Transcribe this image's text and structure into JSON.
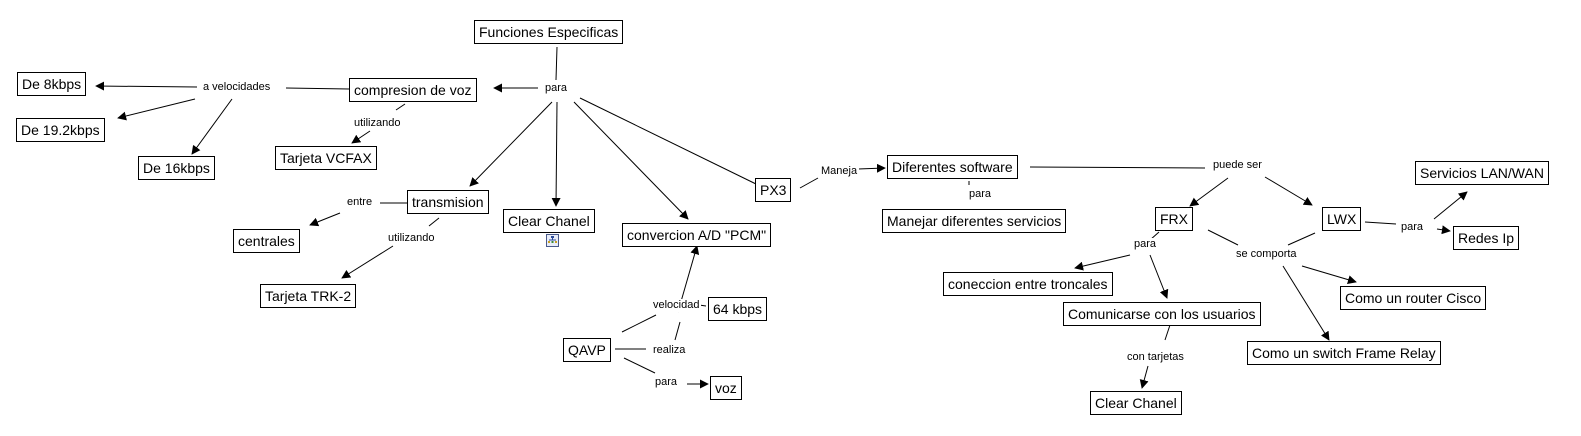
{
  "concepts": {
    "funciones": "Funciones Especificas",
    "compresion": "compresion de voz",
    "de8": "De 8kbps",
    "de192": "De 19.2kbps",
    "de16": "De 16kbps",
    "vcfax": "Tarjeta VCFAX",
    "transmision": "transmision",
    "centrales": "centrales",
    "trk2": "Tarjeta TRK-2",
    "clear1": "Clear Chanel",
    "convercion": "convercion A/D \"PCM\"",
    "px3": "PX3",
    "kbps64": "64 kbps",
    "qavp": "QAVP",
    "voz": "voz",
    "diferentes": "Diferentes software",
    "manejar": "Manejar diferentes servicios",
    "frx": "FRX",
    "lwx": "LWX",
    "lanwan": "Servicios LAN/WAN",
    "redesip": "Redes Ip",
    "troncales": "coneccion entre troncales",
    "usuarios": "Comunicarse con los usuarios",
    "clear2": "Clear Chanel",
    "router": "Como un router Cisco",
    "switchfr": "Como un switch Frame Relay"
  },
  "phrases": {
    "para_main": "para",
    "a_velocidades": "a velocidades",
    "utilizando_vcfax": "utilizando",
    "entre": "entre",
    "utilizando_trk": "utilizando",
    "velocidad": "velocidad",
    "realiza": "realiza",
    "para_voz": "para",
    "maneja": "Maneja",
    "para_manejar": "para",
    "puede_ser": "puede ser",
    "para_frx": "para",
    "se_comporta": "se comporta",
    "para_lwx": "para",
    "con_tarjetas": "con tarjetas"
  },
  "icons": {
    "clear_chanel_submap": "submap-icon"
  },
  "colors": {
    "line": "#000000",
    "submap_icon_border": "#4a5a8a",
    "submap_icon_fill": "#e8ecf8"
  }
}
